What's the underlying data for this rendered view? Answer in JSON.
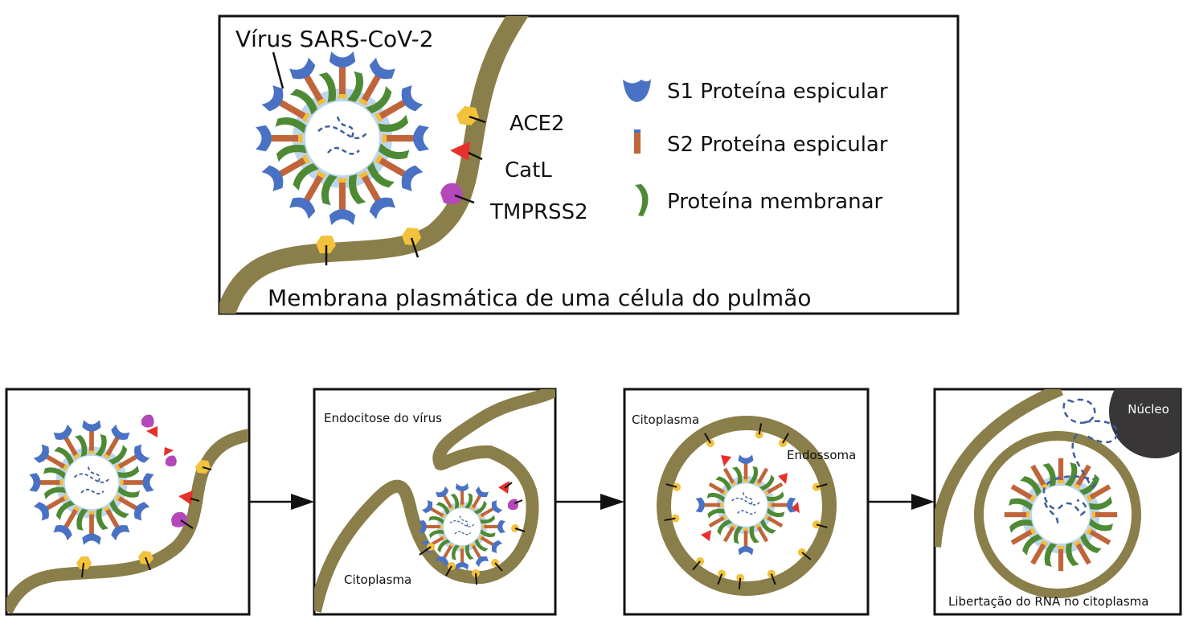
{
  "colors": {
    "membrane": "#8a7f4a",
    "s1_spike": "#4a72c4",
    "s2_spike": "#c0643a",
    "membrane_protein": "#4e8a33",
    "envelope": "#bcd6ee",
    "spike_base": "#f2be3a",
    "ace2": "#f2c23a",
    "catl": "#e8302a",
    "tmprss2": "#b548b8",
    "rna": "#3e5d9a",
    "nucleus": "#383636"
  },
  "top_panel": {
    "virus_label": "Vírus SARS-CoV-2",
    "receptor_labels": [
      "ACE2",
      "CatL",
      "TMPRSS2"
    ],
    "membrane_label": "Membrana plasmática de uma célula do pulmão",
    "legend": [
      {
        "icon": "s1-spike-icon",
        "label": "S1 Proteína espicular"
      },
      {
        "icon": "s2-spike-icon",
        "label": "S2 Proteína espicular"
      },
      {
        "icon": "membrane-protein-icon",
        "label": "Proteína membranar"
      }
    ]
  },
  "steps": [
    {
      "name": "attachment",
      "labels": []
    },
    {
      "name": "endocytosis",
      "labels": [
        "Endocitose do vírus",
        "Citoplasma"
      ]
    },
    {
      "name": "endosome",
      "labels": [
        "Citoplasma",
        "Endossoma"
      ]
    },
    {
      "name": "rna-release",
      "labels": [
        "Núcleo",
        "Libertação do RNA no citoplasma"
      ]
    }
  ]
}
